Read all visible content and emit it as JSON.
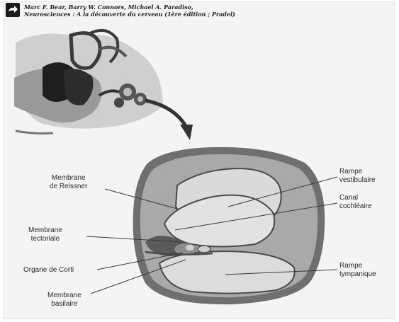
{
  "citation": {
    "line1": "Marc F. Bear, Barry W. Connors, Michael A. Paradiso,",
    "line2": "Neurosciences : A la découverte du cerveau (1ère édition ; Pradel)"
  },
  "labels": {
    "reissner": {
      "line1": "Membrane",
      "line2": "de Reissner"
    },
    "tectoriale": {
      "line1": "Membrane",
      "line2": "tectoriale"
    },
    "corti": {
      "line1": "Organe de Corti"
    },
    "basilaire": {
      "line1": "Membrane",
      "line2": "basilaire"
    },
    "vestibulaire": {
      "line1": "Rampe",
      "line2": "vestibulaire"
    },
    "cochleaire": {
      "line1": "Canal",
      "line2": "cochléaire"
    },
    "tympanique": {
      "line1": "Rampe",
      "line2": "tympanique"
    }
  },
  "colors": {
    "background": "#f4f4f4",
    "outer_wall": "#6f6f6f",
    "outer_wall_light": "#a9a9a9",
    "chamber_fill": "#dadada",
    "membrane": "#4a4a4a",
    "arrow": "#333333"
  }
}
